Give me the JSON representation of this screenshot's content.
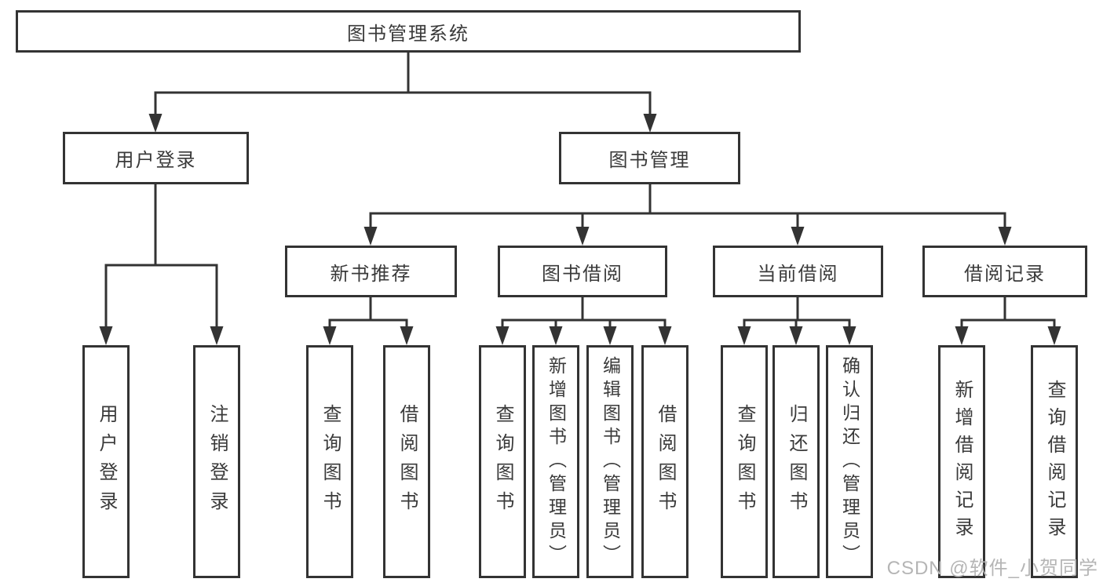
{
  "diagram": {
    "root": {
      "label": "图书管理系统"
    },
    "children": [
      {
        "label": "用户登录",
        "children": [
          {
            "label": "用户登录"
          },
          {
            "label": "注销登录"
          }
        ]
      },
      {
        "label": "图书管理",
        "children": [
          {
            "label": "新书推荐",
            "children": [
              {
                "label": "查询图书"
              },
              {
                "label": "借阅图书"
              }
            ]
          },
          {
            "label": "图书借阅",
            "children": [
              {
                "label": "查询图书"
              },
              {
                "label": "新增图书（管理员）"
              },
              {
                "label": "编辑图书（管理员）"
              },
              {
                "label": "借阅图书"
              }
            ]
          },
          {
            "label": "当前借阅",
            "children": [
              {
                "label": "查询图书"
              },
              {
                "label": "归还图书"
              },
              {
                "label": "确认归还（管理员）"
              }
            ]
          },
          {
            "label": "借阅记录",
            "children": [
              {
                "label": "新增借阅记录"
              },
              {
                "label": "查询借阅记录"
              }
            ]
          }
        ]
      }
    ]
  },
  "watermark": {
    "text": "CSDN @软件_小贺同学"
  },
  "colors": {
    "line": "#333333",
    "text": "#3a3a3a",
    "watermark": "#b5b5b5",
    "background": "#ffffff"
  }
}
